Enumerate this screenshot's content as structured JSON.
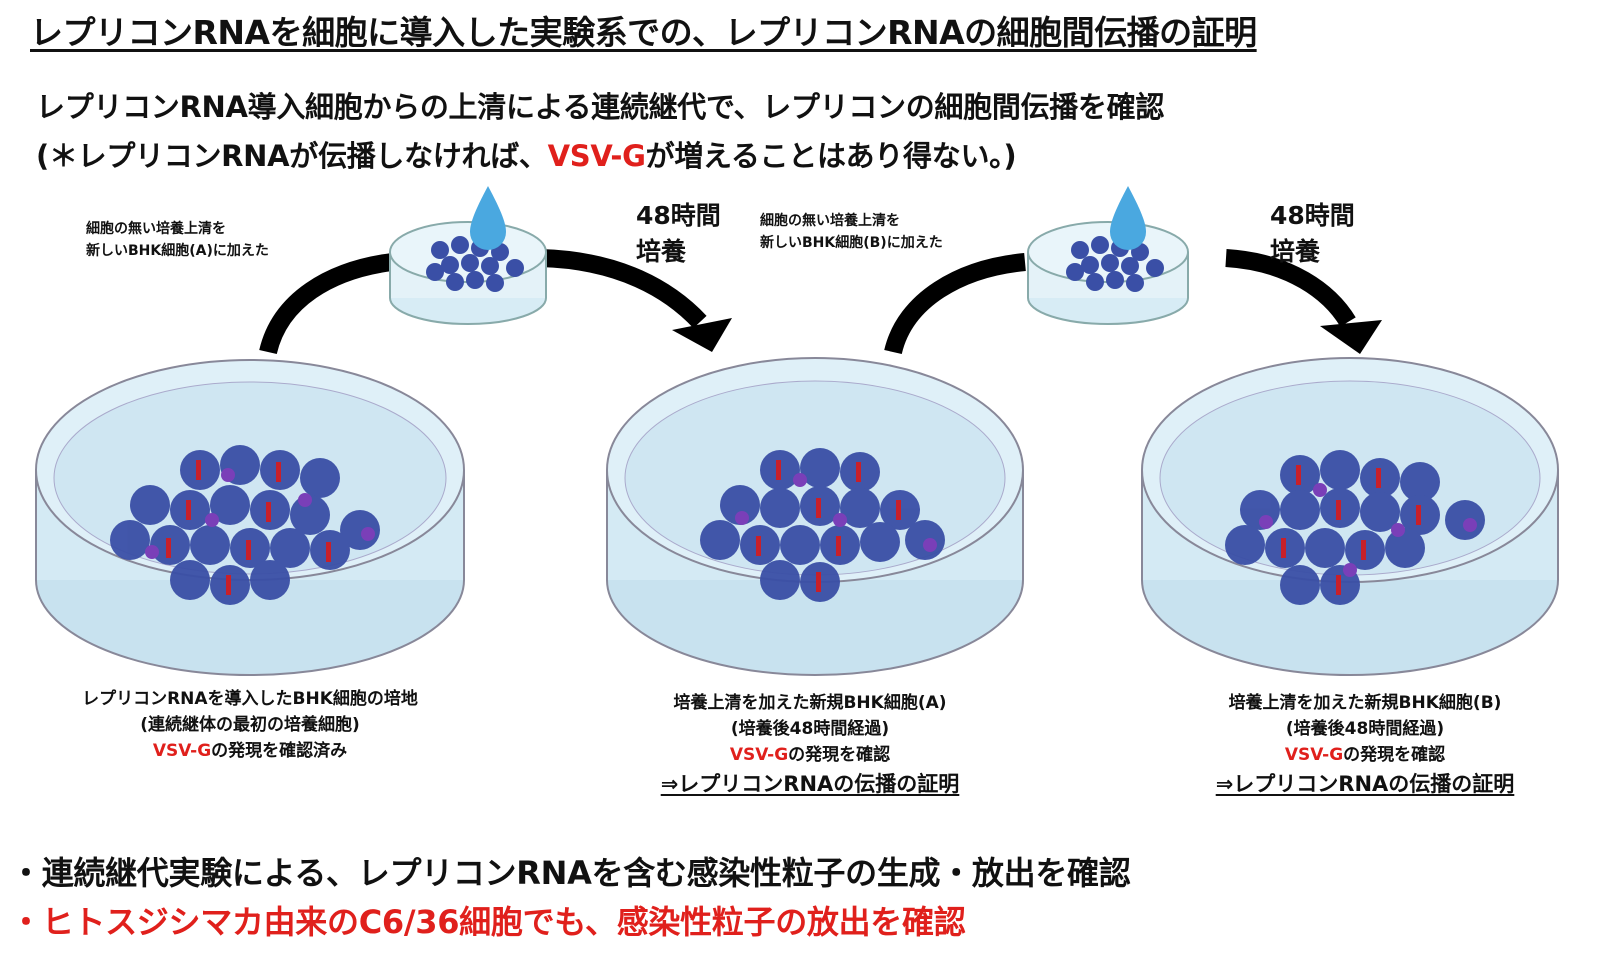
{
  "title": "レプリコンRNAを細胞に導入した実験系での、レプリコンRNAの細胞間伝播の証明",
  "subtitle": {
    "line1": "レプリコンRNA導入細胞からの上清による連続継代で、レプリコンの細胞間伝播を確認",
    "line2_pre": "(＊レプリコンRNAが伝播しなければ、",
    "line2_red": "VSV-G",
    "line2_post": "が増えることはあり得ない。)"
  },
  "transfer_a": {
    "line1": "細胞の無い培養上清を",
    "line2": "新しいBHK細胞(A)に加えた"
  },
  "transfer_b": {
    "line1": "細胞の無い培養上清を",
    "line2": "新しいBHK細胞(B)に加えた"
  },
  "culture_a": {
    "line1": "48時間",
    "line2": "培養"
  },
  "culture_b": {
    "line1": "48時間",
    "line2": "培養"
  },
  "dish_original": {
    "line1": "レプリコンRNAを導入したBHK細胞の培地",
    "line2": "(連続継体の最初の培養細胞)",
    "line3_red": "VSV-G",
    "line3_post": "の発現を確認済み"
  },
  "dish_a": {
    "line1": "培養上清を加えた新規BHK細胞(A)",
    "line2": "(培養後48時間経過)",
    "line3_red": "VSV-G",
    "line3_post": "の発現を確認",
    "line4": "⇒レプリコンRNAの伝播の証明"
  },
  "dish_b": {
    "line1": "培養上清を加えた新規BHK細胞(B)",
    "line2": "(培養後48時間経過)",
    "line3_red": "VSV-G",
    "line3_post": "の発現を確認",
    "line4": "⇒レプリコンRNAの伝播の証明"
  },
  "bullets": {
    "first": "・連続継代実験による、レプリコンRNAを含む感染性粒子の生成・放出を確認",
    "second": "・ヒトスジシマカ由来のC6/36細胞でも、感染性粒子の放出を確認"
  },
  "colors": {
    "accent_red": "#e0201c",
    "cell_blue": "#3a4fa6",
    "medium_blue": "#cfe6f2",
    "droplet_blue": "#4aa8e0",
    "arrow_black": "#000000"
  }
}
